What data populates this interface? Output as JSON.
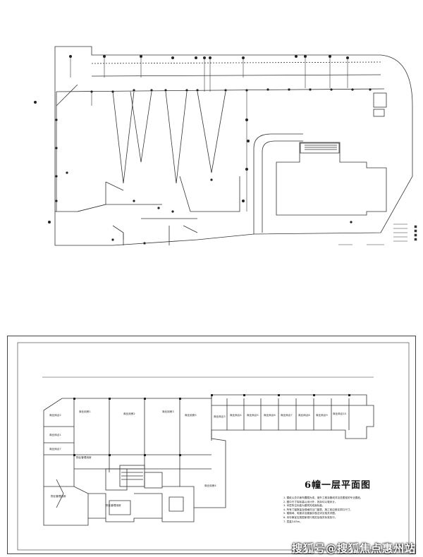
{
  "plan_title": "6幢一层平面图",
  "notes": [
    "1. 图纸以总平面布置图为准，室外工程及管线详见总图相关专业图纸。",
    "2. 图中尺寸除标高以米计外，其余均以毫米计。",
    "3. 本层所注标高为建筑完成面标高。",
    "4. 所有门窗数量及规格详见门窗表，施工前应核实洞口尺寸。",
    "5. 楼梯间、电梯井及管道井做法详见相关详图。",
    "6. 未尽事宜应按国家现行规范及相关标准执行。",
    "7. 层高3.65m。"
  ],
  "room_labels": [
    "商业网点2",
    "商业网点1",
    "商业网点7",
    "商业用房1",
    "商业用房2",
    "商业用房3",
    "商业用房5",
    "商业网点3",
    "商业网点4",
    "商业网点5",
    "商业网点6",
    "商业网点7",
    "商业网点8",
    "商业网点9",
    "商业网点10",
    "物业管理用房",
    "商业用房4",
    "物业管理用房",
    "物业管理用房"
  ],
  "watermark": "搜狐号@搜狐焦点惠州站"
}
